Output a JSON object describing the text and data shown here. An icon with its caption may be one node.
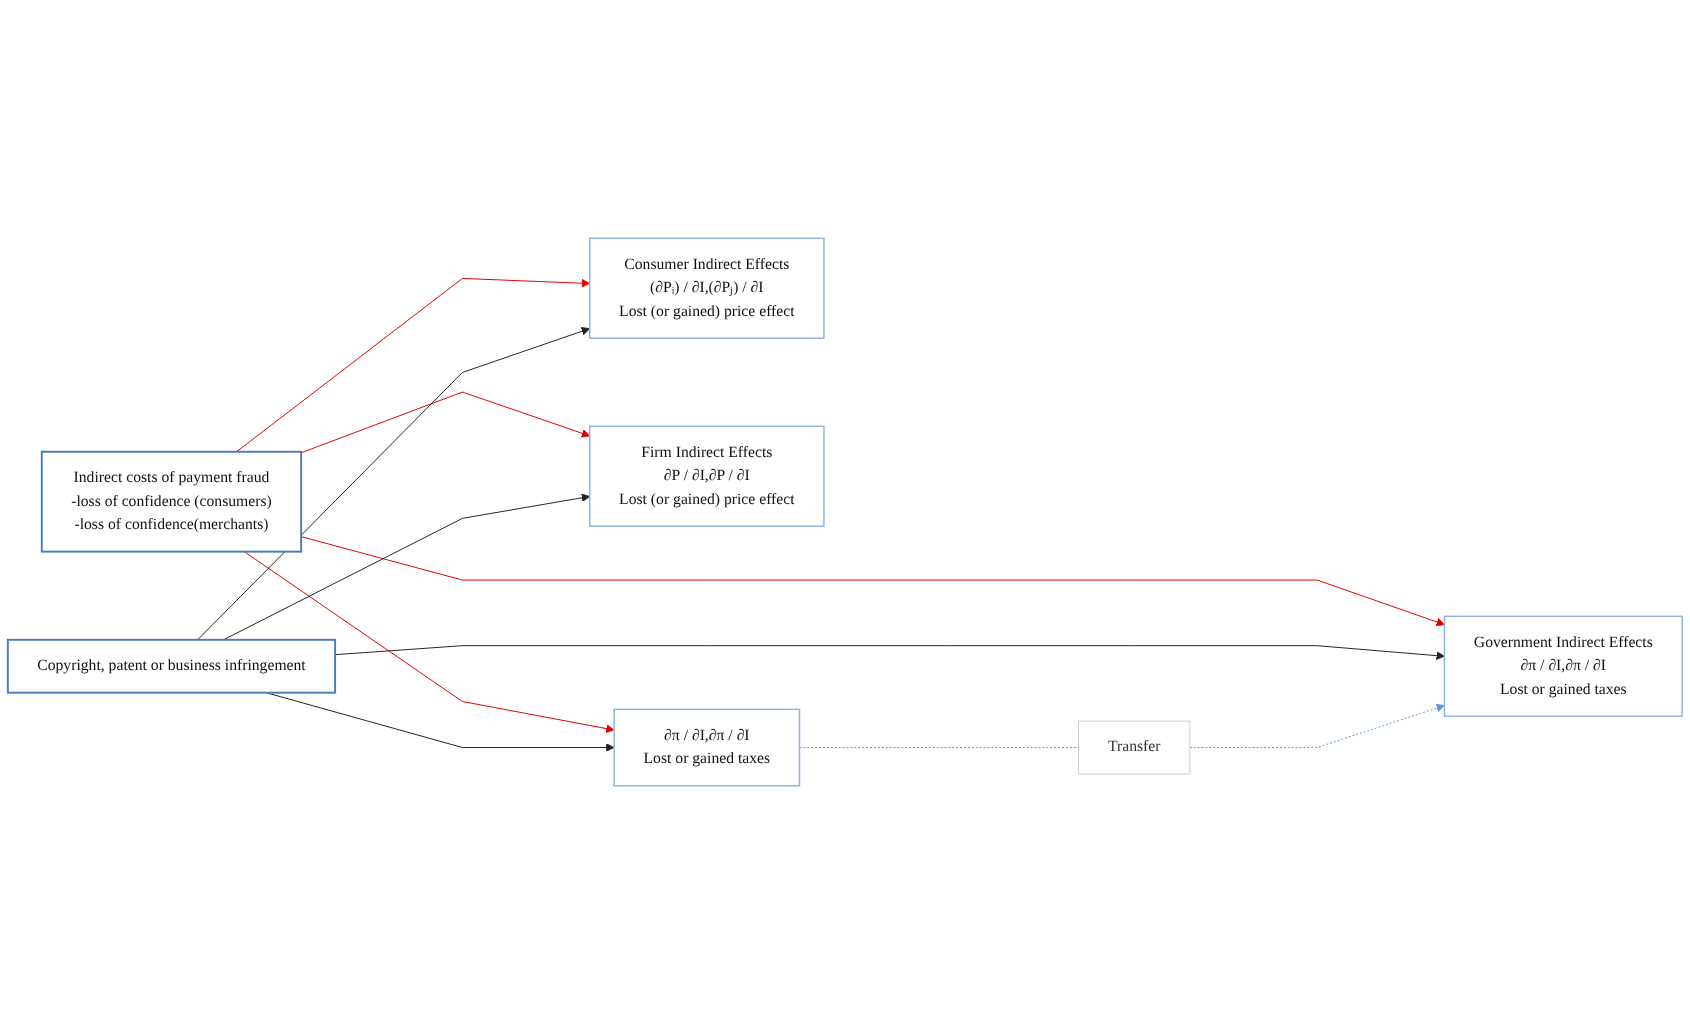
{
  "diagram": {
    "nodes": [
      {
        "text": [
          "Indirect costs of payment fraud",
          "-loss of confidence (consumers)",
          "-loss of confidence(merchants)"
        ]
      },
      {
        "text": [
          "Copyright, patent or business infringement"
        ]
      },
      {
        "text": [
          "Consumer Indirect Effects",
          "(∂Pᵢ) / ∂I,(∂Pⱼ) / ∂I",
          "Lost (or gained) price effect"
        ]
      },
      {
        "text": [
          "Firm Indirect Effects",
          "∂P / ∂I,∂P / ∂I",
          "Lost (or gained) price effect"
        ]
      },
      {
        "text": [
          "∂π / ∂I,∂π / ∂I",
          "Lost or gained taxes"
        ]
      },
      {
        "text": [
          "Transfer"
        ]
      },
      {
        "text": [
          "Government Indirect Effects",
          "∂π / ∂I,∂π / ∂I",
          "Lost or gained taxes"
        ]
      }
    ],
    "edges": [
      {
        "from": 0,
        "to": 2,
        "arrow": "to",
        "color": "#e00000"
      },
      {
        "from": 0,
        "to": 3,
        "arrow": "to",
        "color": "#e00000"
      },
      {
        "from": 0,
        "to": 4,
        "arrow": "to",
        "color": "#e00000"
      },
      {
        "from": 0,
        "to": 6,
        "arrow": "to",
        "color": "#e00000"
      },
      {
        "from": 1,
        "to": 2,
        "arrow": "to",
        "color": "#222222"
      },
      {
        "from": 1,
        "to": 3,
        "arrow": "to",
        "color": "#222222"
      },
      {
        "from": 1,
        "to": 4,
        "arrow": "to",
        "color": "#222222"
      },
      {
        "from": 1,
        "to": 6,
        "arrow": "to",
        "color": "#222222"
      },
      {
        "from": 4,
        "to": 5,
        "arrow": "none",
        "style": "dashed",
        "color": "#5b9bd5"
      },
      {
        "from": 5,
        "to": 6,
        "arrow": "to",
        "style": "dashed",
        "color": "#5b9bd5"
      }
    ]
  }
}
